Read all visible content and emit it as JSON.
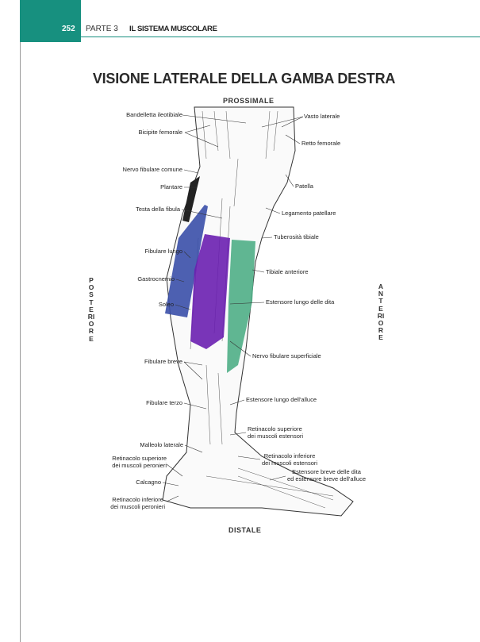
{
  "header": {
    "page_number": "252",
    "part": "PARTE 3",
    "chapter": "IL SISTEMA MUSCOLARE",
    "accent": "#17907f"
  },
  "figure": {
    "title": "VISIONE LATERALE DELLA GAMBA DESTRA",
    "top": "PROSSIMALE",
    "bottom": "DISTALE",
    "left": "POSTERIORE",
    "right": "ANTERIORE",
    "left_labels": [
      "Bandelletta ileotibiale",
      "Bicipite femorale",
      "Nervo fibulare comune",
      "Plantare",
      "Testa della fibula",
      "Fibulare lungo",
      "Gastrocnemio",
      "Soleo",
      "Fibulare breve",
      "Fibulare terzo",
      "Malleolo laterale",
      "Retinacolo superiore\ndei muscoli peronieri",
      "Calcagno",
      "Retinacolo inferiore\ndei muscoli peronieri"
    ],
    "right_labels": [
      "Vasto laterale",
      "Retto femorale",
      "Patella",
      "Legamento patellare",
      "Tuberosità tibiale",
      "Tibiale anteriore",
      "Estensore lungo delle dita",
      "Nervo fibulare superficiale",
      "Estensore lungo dell'alluce",
      "Retinacolo superiore\ndei muscoli estensori",
      "Retinacolo inferiore\ndei muscoli estensori",
      "Estensore breve delle dita\ned estensore breve dell'alluce"
    ],
    "colors": {
      "fibulare_lungo": "#3a4fa8",
      "gastrocnemio": "#6a1fb0",
      "tibiale": "#4fae86"
    }
  }
}
